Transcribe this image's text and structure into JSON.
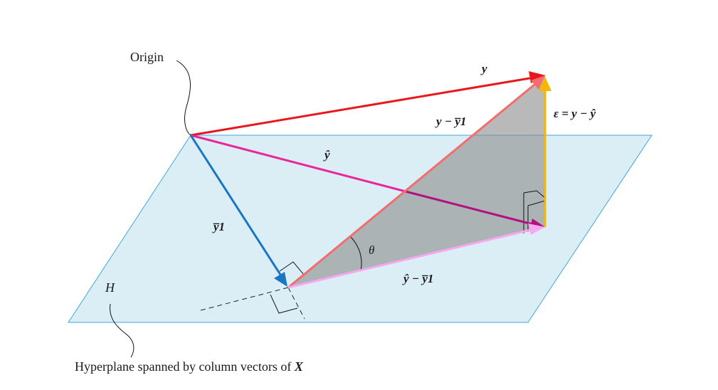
{
  "labels": {
    "origin": "Origin",
    "hyperplane_letter": "H",
    "hyperplane_caption": "Hyperplane spanned by column vectors of ",
    "hyperplane_caption_var": "X",
    "y": "y",
    "y_hat": "ŷ",
    "y_minus_ybar1": "y − y̅1",
    "epsilon": "ε = y − ŷ",
    "ybar1": "y̅1",
    "yhat_minus_ybar1": "ŷ − y̅1",
    "theta": "θ"
  },
  "colors": {
    "plane_fill": "#dceef5",
    "plane_stroke": "#3fa7e0",
    "y_vector": "#e8171e",
    "y_hat_vector": "#e8289a",
    "y_hat_vector_dark": "#b2127e",
    "y_minus_ybar1_vector": "#f26d6d",
    "epsilon_vector": "#f5b800",
    "ybar1_vector": "#1a75c2",
    "yhat_minus_ybar1_vector": "#f7a8ee",
    "triangle_fill": "#8e8e8e"
  }
}
